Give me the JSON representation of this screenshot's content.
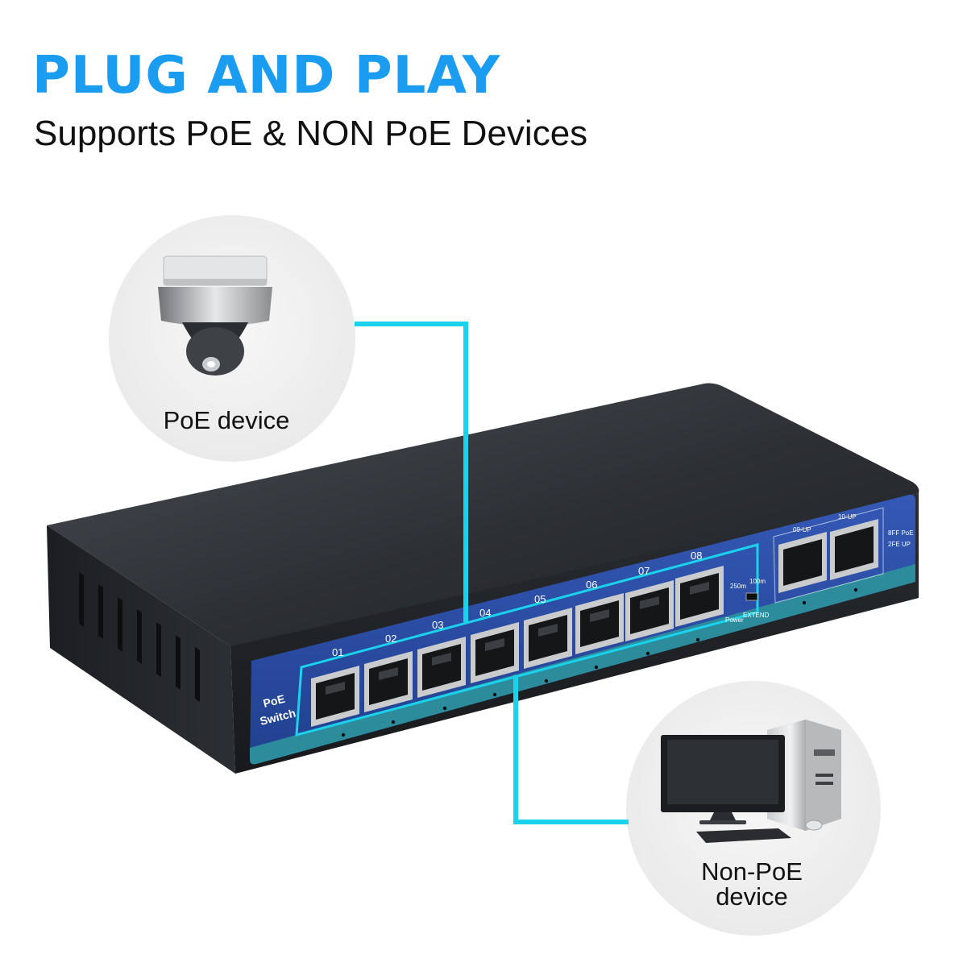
{
  "headline": "PLUG AND PLAY",
  "subheadline": "Supports PoE & NON PoE Devices",
  "poe_device": {
    "label": "PoE device",
    "icon": "dome-camera-icon"
  },
  "non_poe_device": {
    "label_line1": "Non-PoE",
    "label_line2": "device",
    "icon": "desktop-computer-icon"
  },
  "switch": {
    "panel_label_line1": "PoE",
    "panel_label_line2": "Switch",
    "ports": [
      "01",
      "02",
      "03",
      "04",
      "05",
      "06",
      "07",
      "08"
    ],
    "uplinks": [
      "09-UP",
      "10-UP"
    ],
    "extend_labels": [
      "250m",
      "100m"
    ],
    "status_labels": [
      "Power",
      "EXTEND"
    ],
    "spec_line1": "8FF PoE",
    "spec_line2": "2FE UP"
  },
  "colors": {
    "headline": "#1a9cf0",
    "connector": "#1ad2ec",
    "panel": "#2a4fa8",
    "panel_band": "#2d8c9c",
    "chassis": "#2c2f33",
    "badge_bg": "#f0f0f0"
  }
}
